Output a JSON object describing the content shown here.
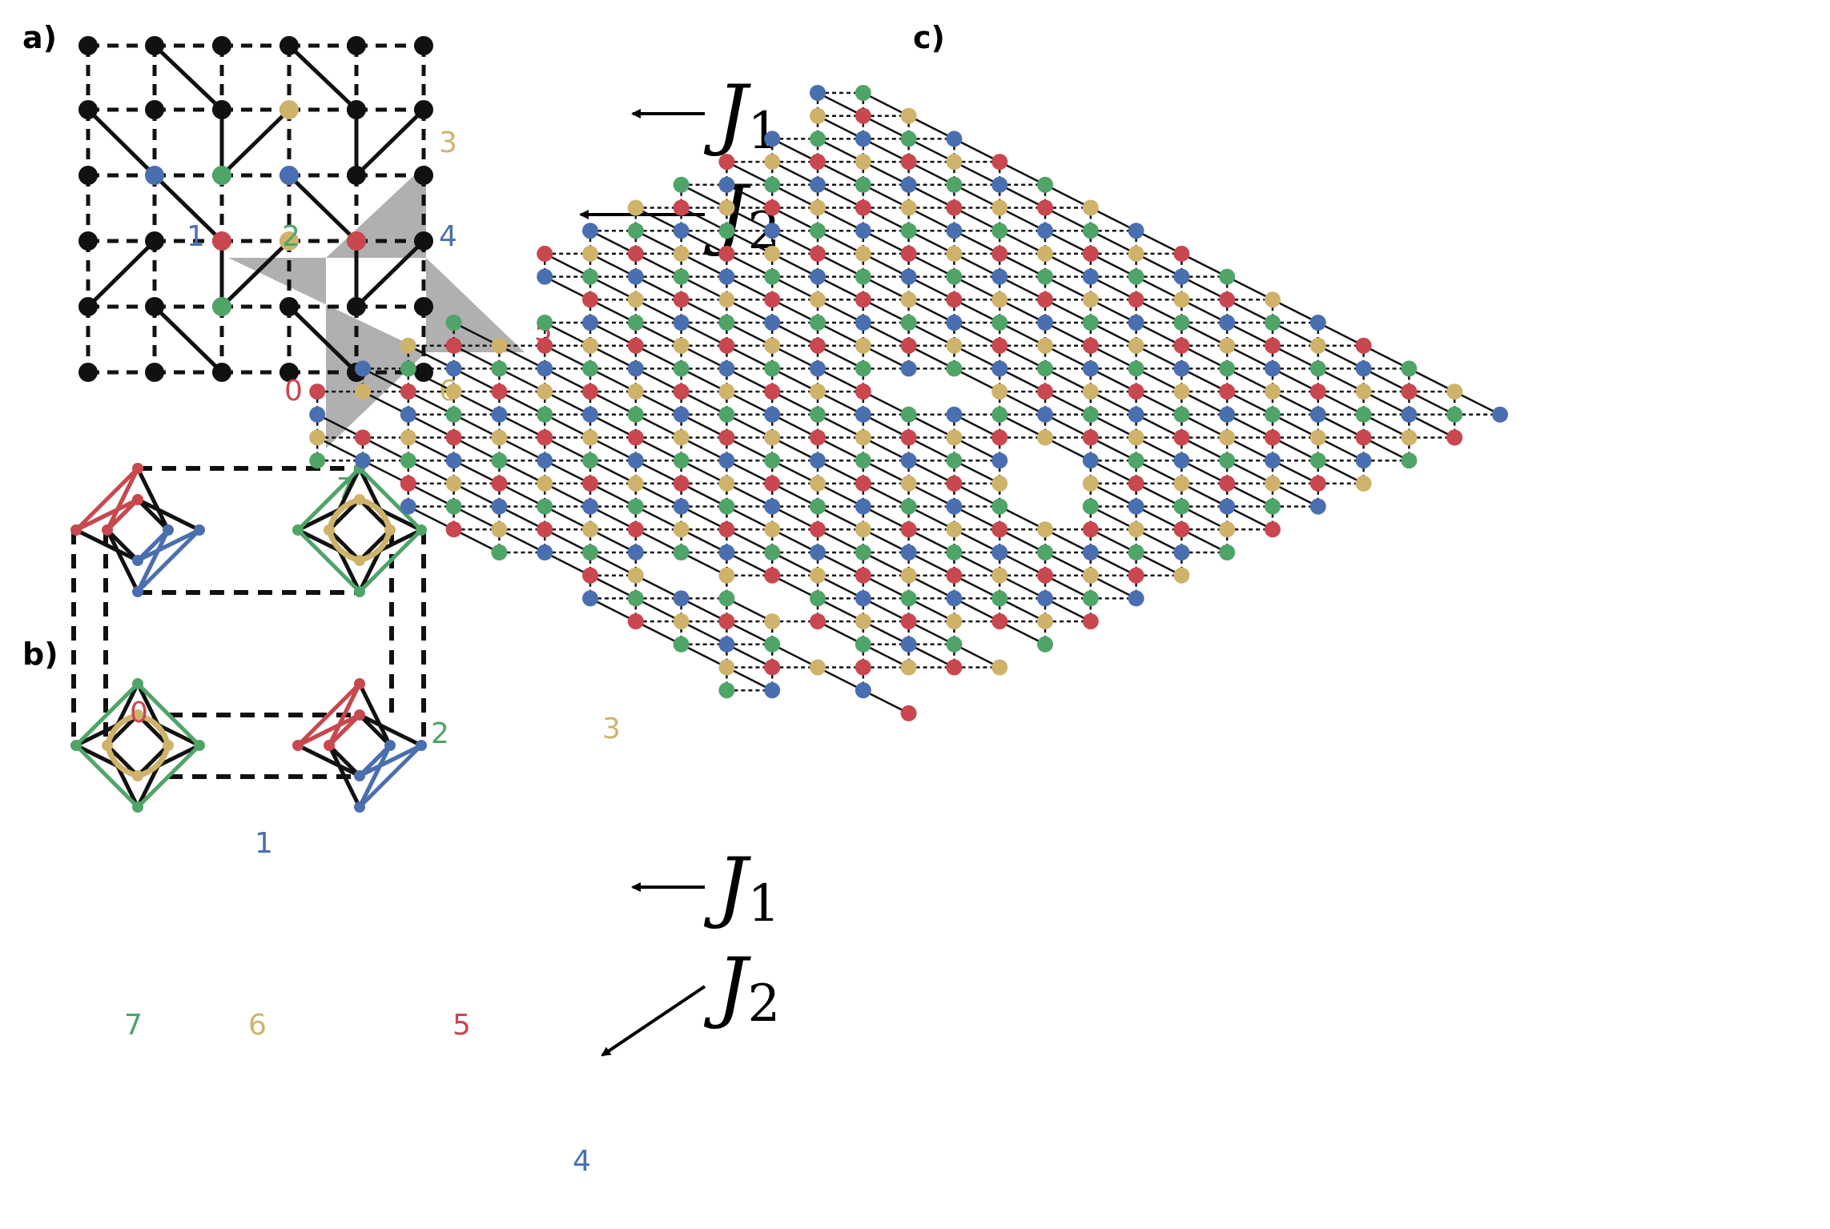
{
  "panels": {
    "a": "a)",
    "b": "b)",
    "c": "c)"
  },
  "couplings": {
    "j1": {
      "symbol": "J",
      "subscript": "1"
    },
    "j2": {
      "symbol": "J",
      "subscript": "2"
    }
  },
  "site_labels": [
    "0",
    "1",
    "2",
    "3",
    "4",
    "5",
    "6",
    "7"
  ],
  "colors": {
    "red": "#c9474e",
    "blue": "#4a6fb0",
    "green": "#4fa468",
    "gold": "#cfb36b",
    "black": "#111111",
    "shade": "#b0b0b0"
  }
}
